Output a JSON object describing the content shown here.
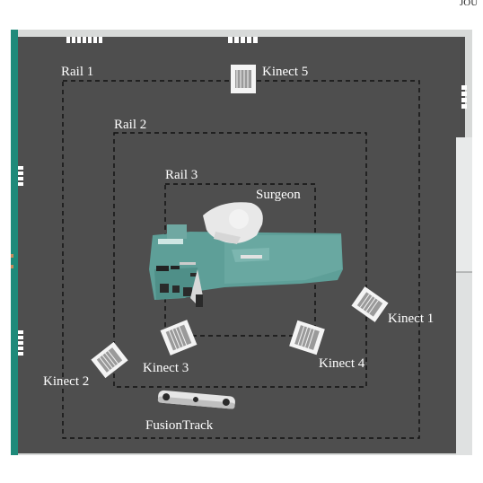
{
  "corner_text": "JOU",
  "labels": {
    "rail1": "Rail 1",
    "rail2": "Rail 2",
    "rail3": "Rail 3",
    "surgeon": "Surgeon",
    "kinect1": "Kinect 1",
    "kinect2": "Kinect 2",
    "kinect3": "Kinect 3",
    "kinect4": "Kinect 4",
    "kinect5": "Kinect 5",
    "fusiontrack": "FusionTrack"
  },
  "colors": {
    "floor": "#4e4e4e",
    "wall": "#d8dad9",
    "teal_wall": "#1f8a7a",
    "drape": "#5e9f98",
    "rail_dash": "#111111",
    "label": "#ffffff"
  }
}
